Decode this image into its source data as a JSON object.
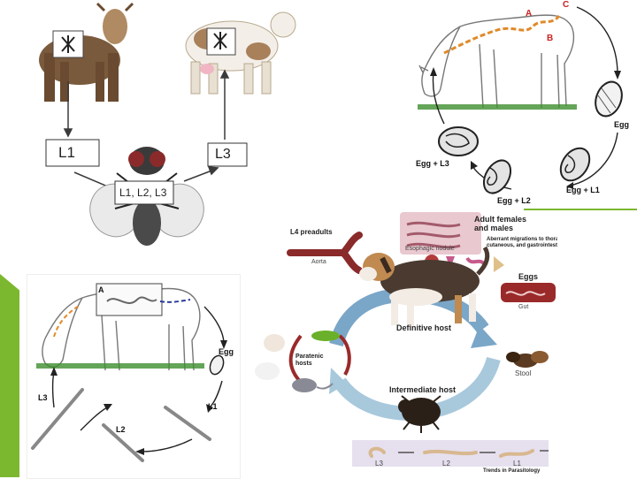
{
  "colors": {
    "accent_green": "#7cb82f",
    "arrow_gray": "#3a3a3a",
    "cycle_blue": "#7aa6c8",
    "cycle_red": "#9a2a2a",
    "box_pink": "#e9c8cf",
    "box_lavender": "#e6e0ee",
    "grass": "#3f8f2f"
  },
  "fly_panel": {
    "label_l1": "L1",
    "label_l3": "L3",
    "label_fly": "L1, L2, L3"
  },
  "horse_cycle_top": {
    "label_a": "A",
    "label_b": "B",
    "label_c": "C",
    "label_egg": "Egg",
    "label_egg_l1": "Egg + L1",
    "label_egg_l2": "Egg + L2",
    "label_egg_l3": "Egg + L3"
  },
  "horse_cycle_bottom": {
    "label_a": "A",
    "label_egg": "Egg",
    "label_l1": "L1",
    "label_l2": "L2",
    "label_l3": "L3"
  },
  "dog_cycle": {
    "l4_preadults": "L4 preadults",
    "aorta": "Aorta",
    "adult_females_males": "Adult females\nand males",
    "esophagic_nodule": "Esophagic nodule",
    "aberrant_migrations": "Aberrant migrations to thoracic, urinary,\ncutaneous, and gastrointestinal organs",
    "eggs": "Eggs",
    "gut": "Gut",
    "definitive_host": "Definitive host",
    "paratenic_hosts": "Paratenic\nhosts",
    "stool": "Stool",
    "intermediate_host": "Intermediate host",
    "larva_l3": "L3",
    "larva_l2": "L2",
    "larva_l1": "L1",
    "credit": "Trends in Parasitology"
  }
}
